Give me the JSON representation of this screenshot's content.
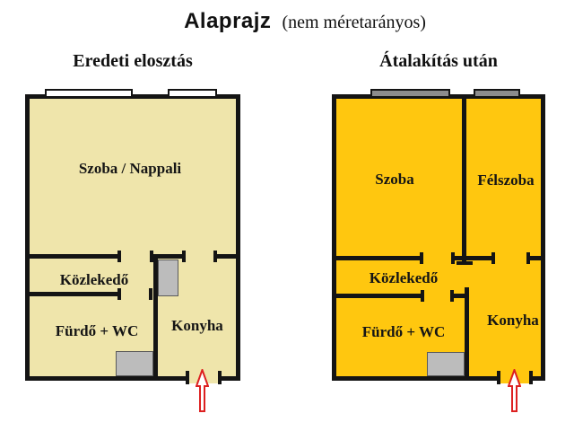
{
  "figure": {
    "title": "Alaprajz",
    "subtitle": "(nem méretarányos)"
  },
  "plans": {
    "original": {
      "header": "Eredeti elosztás",
      "fill_color": "#efe5ab",
      "rooms": {
        "living": "Szoba / Nappali",
        "hall": "Közlekedő",
        "bath": "Fürdő + WC",
        "kitchen": "Konyha"
      }
    },
    "converted": {
      "header": "Átalakítás után",
      "fill_color": "#ffc70f",
      "rooms": {
        "room": "Szoba",
        "half_room": "Félszoba",
        "hall": "Közlekedő",
        "bath": "Fürdő + WC",
        "kitchen": "Konyha"
      }
    }
  },
  "colors": {
    "wall": "#141414",
    "original_fill": "#efe5ab",
    "converted_fill": "#ffc70f",
    "fixture_gray": "#bcbcbc",
    "window_fill_original": "#ffffff",
    "window_fill_converted": "#8c8c8c",
    "entrance_arrow_red": "#dd2020"
  },
  "icons": {
    "entrance_arrow": "red-outline-up-arrow",
    "window_symbol": "double-line-window",
    "fixture_symbol": "gray-fixture-block"
  }
}
